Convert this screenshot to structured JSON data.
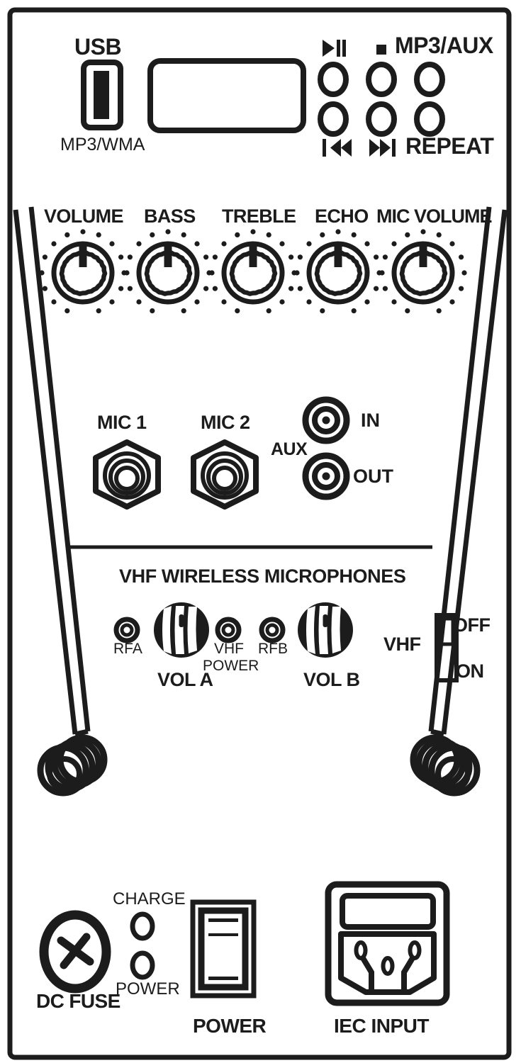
{
  "device": {
    "type": "portable-pa-amplifier-control-panel",
    "panel_color": "#ffffff",
    "ink_color": "#1c1c1c"
  },
  "top_section": {
    "usb_label": "USB",
    "usb_sublabel": "MP3/WMA",
    "usb_icon": "usb-slot-icon",
    "display_icon": "lcd-display-screen",
    "buttons": [
      {
        "icon": "play-pause-icon",
        "glyph": "▶❘❘",
        "label": "",
        "position": "top-left"
      },
      {
        "icon": "stop-icon",
        "glyph": "■",
        "label": "",
        "position": "top-middle"
      },
      {
        "icon": "source-select-icon",
        "glyph": "",
        "label": "MP3/AUX",
        "position": "top-right"
      },
      {
        "icon": "previous-track-icon",
        "glyph": "❘◀◀",
        "label": "",
        "position": "bottom-left"
      },
      {
        "icon": "next-track-icon",
        "glyph": "▶▶❘",
        "label": "",
        "position": "bottom-middle"
      },
      {
        "icon": "repeat-icon",
        "glyph": "",
        "label": "REPEAT",
        "position": "bottom-right"
      }
    ]
  },
  "knobs": {
    "items": [
      {
        "label": "VOLUME",
        "name": "volume-knob"
      },
      {
        "label": "BASS",
        "name": "bass-knob"
      },
      {
        "label": "TREBLE",
        "name": "treble-knob"
      },
      {
        "label": "ECHO",
        "name": "echo-knob"
      },
      {
        "label": "MIC VOLUME",
        "name": "mic-volume-knob"
      }
    ]
  },
  "jacks": {
    "mic1_label": "MIC 1",
    "mic2_label": "MIC 2",
    "aux_label": "AUX",
    "aux_in_label": "IN",
    "aux_out_label": "OUT"
  },
  "vhf_section": {
    "title": "VHF WIRELESS MICROPHONES",
    "rfa_label": "RFA",
    "vol_a_label": "VOL A",
    "vhf_power_label_line1": "VHF",
    "vhf_power_label_line2": "POWER",
    "rfb_label": "RFB",
    "vol_b_label": "VOL B",
    "switch_label": "VHF",
    "switch_off": "OFF",
    "switch_on": "ON"
  },
  "bottom_section": {
    "dc_fuse_label": "DC FUSE",
    "charge_label": "CHARGE",
    "power_led_label": "POWER",
    "power_switch_label": "POWER",
    "iec_label": "IEC INPUT"
  }
}
